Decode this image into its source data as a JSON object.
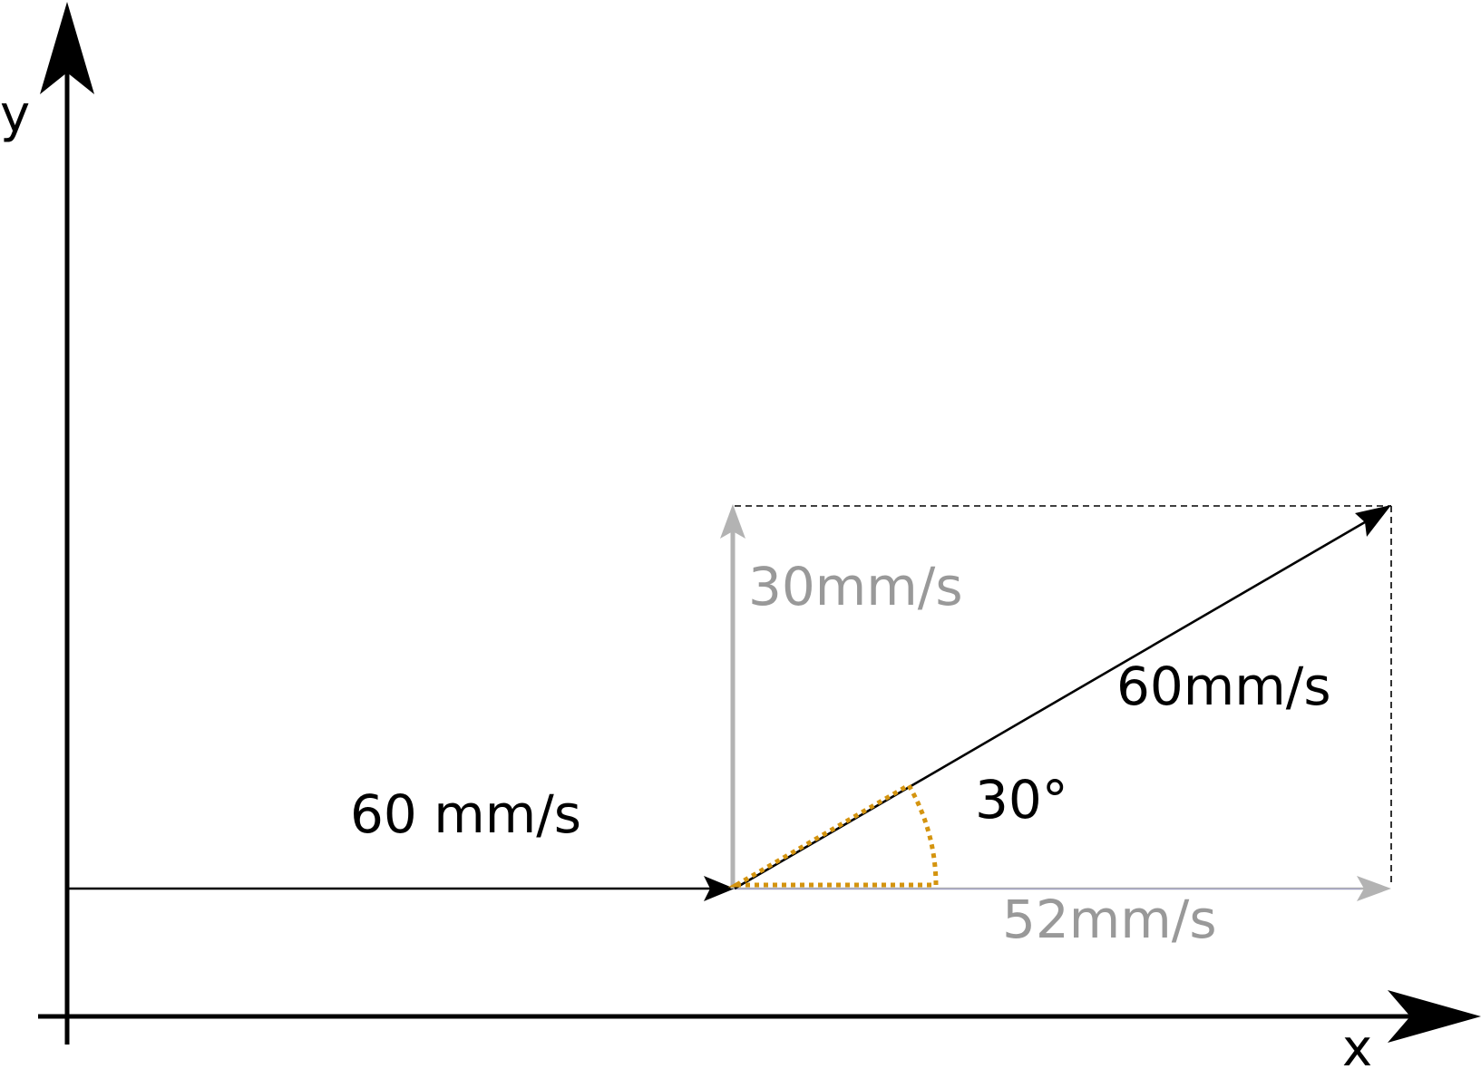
{
  "diagram": {
    "axes": {
      "x_label": "x",
      "y_label": "y"
    },
    "labels": {
      "incoming_speed": "60 mm/s",
      "vertical_component": "30mm/s",
      "resultant_speed": "60mm/s",
      "angle": "30°",
      "horizontal_component": "52mm/s"
    },
    "colors": {
      "primary": "#000000",
      "component": "#b3b3b3",
      "component_text": "#999999",
      "angle_marker": "#d4940f",
      "guide": "#000000"
    }
  }
}
